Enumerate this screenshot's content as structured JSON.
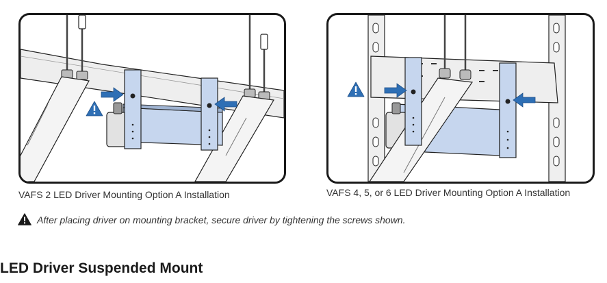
{
  "figures": [
    {
      "caption": "VAFS 2 LED Driver Mounting Option A Installation",
      "icons": [
        "warning-icon",
        "arrow-right-icon",
        "arrow-left-icon"
      ]
    },
    {
      "caption": "VAFS 4, 5, or 6 LED Driver Mounting Option A Installation",
      "icons": [
        "warning-icon",
        "arrow-right-icon",
        "arrow-left-icon"
      ]
    }
  ],
  "note": {
    "icon": "warning-icon",
    "text": "After placing driver on mounting bracket, secure driver by tightening the screws shown."
  },
  "section_title": "LED Driver Suspended Mount",
  "colors": {
    "arrow": "#2e6fb5",
    "bracket_fill": "#c6d6ee",
    "driver_fill": "#c6d6ee",
    "warning": "#2e6fb5",
    "frame_border": "#1a1a1a",
    "text": "#333333"
  }
}
